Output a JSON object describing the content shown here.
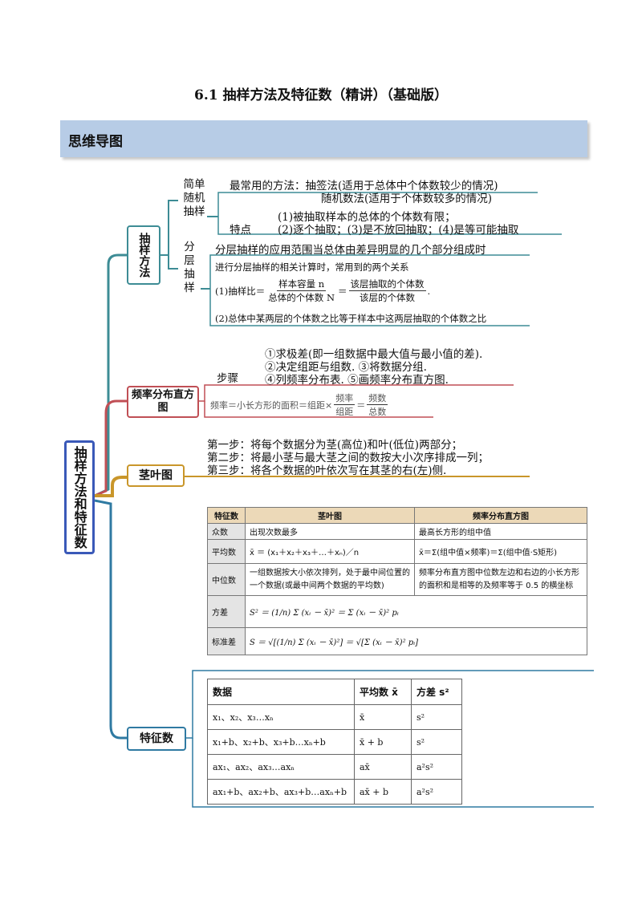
{
  "title": "6.1  抽样方法及特征数（精讲）（基础版）",
  "section_header": "思维导图",
  "root": "抽样方法和特征数",
  "branches": {
    "sampling": {
      "label": "抽样方法",
      "simple": {
        "label": "简单随机抽样",
        "methods_line1": "最常用的方法：抽签法(适用于总体中个体数较少的情况)",
        "methods_line2": "随机数法(适用于个体数较多的情况)",
        "features_label": "特点",
        "features_line1": "(1)被抽取样本的总体的个体数有限；",
        "features_line2": "(2)逐个抽取；(3)是不放回抽取；(4)是等可能抽取"
      },
      "stratified": {
        "label": "分层抽样",
        "scope": "分层抽样的应用范围当总体由差异明显的几个部分组成时",
        "intro": "进行分层抽样的相关计算时，常用到的两个关系",
        "ratio_prefix": "(1)抽样比＝",
        "ratio_num1": "样本容量 n",
        "ratio_den1": "总体的个体数 N",
        "ratio_num2": "该层抽取的个体数",
        "ratio_den2": "该层的个体数",
        "rule2": "(2)总体中某两层的个体数之比等于样本中这两层抽取的个体数之比"
      }
    },
    "freq": {
      "label": "频率分布直方图",
      "steps_label": "步骤",
      "step1": "①求极差(即一组数据中最大值与最小值的差).",
      "step2": "②决定组距与组数. ③将数据分组.",
      "step3": "④列频率分布表. ⑤画频率分布直方图.",
      "formula_lead": "频率＝小长方形的面积＝组距×",
      "f_num1": "频率",
      "f_den1": "组距",
      "f_num2": "频数",
      "f_den2": "总数"
    },
    "stem": {
      "label": "茎叶图",
      "line1": "第一步：将每个数据分为茎(高位)和叶(低位)两部分；",
      "line2": "第二步：将最小茎与最大茎之间的数按大小次序排成一列；",
      "line3": "第三步：将各个数据的叶依次写在其茎的右(左)侧."
    },
    "stats": {
      "label": "特征数",
      "table1": {
        "headers": [
          "特征数",
          "茎叶图",
          "频率分布直方图"
        ],
        "rows": [
          {
            "label": "众数",
            "c1": "出现次数最多",
            "c2": "最高长方形的组中值"
          },
          {
            "label": "平均数",
            "c1": "x̄ ＝ (x₁＋x₂＋x₃＋…＋xₙ)／n",
            "c2": "x̄＝Σ(组中值×频率)＝Σ(组中值·S矩形)"
          },
          {
            "label": "中位数",
            "c1": "一组数据按大小依次排列，处于最中间位置的一个数据(或最中间两个数据的平均数)",
            "c2": "频率分布直方图中位数左边和右边的小长方形的面积和是相等的及频率等于 0.5 的横坐标"
          },
          {
            "label": "方差",
            "c1": "S² ＝ (1/n) Σ (xᵢ － x̄)² ＝ Σ (xᵢ － x̄)² pᵢ",
            "c2": ""
          },
          {
            "label": "标准差",
            "c1": "S ＝ √[(1/n) Σ (xᵢ － x̄)²] ＝ √[Σ (xᵢ － x̄)² pᵢ]",
            "c2": ""
          }
        ]
      },
      "table2": {
        "headers": [
          "数据",
          "平均数 x̄",
          "方差 s²"
        ],
        "rows": [
          [
            "x₁、x₂、x₃…xₙ",
            "x̄",
            "s²"
          ],
          [
            "x₁+b、x₂+b、x₃+b…xₙ+b",
            "x̄ + b",
            "s²"
          ],
          [
            "ax₁、ax₂、ax₃…axₙ",
            "ax̄",
            "a²s²"
          ],
          [
            "ax₁+b、ax₂+b、ax₃+b…axₙ+b",
            "ax̄ + b",
            "a²s²"
          ]
        ]
      }
    }
  },
  "colors": {
    "root_border": "#3a59b8",
    "sampling": "#3d8c95",
    "freq": "#c04f55",
    "stem": "#c9962a",
    "stats": "#2f7aa2",
    "header_bg": "#b7cce6"
  }
}
